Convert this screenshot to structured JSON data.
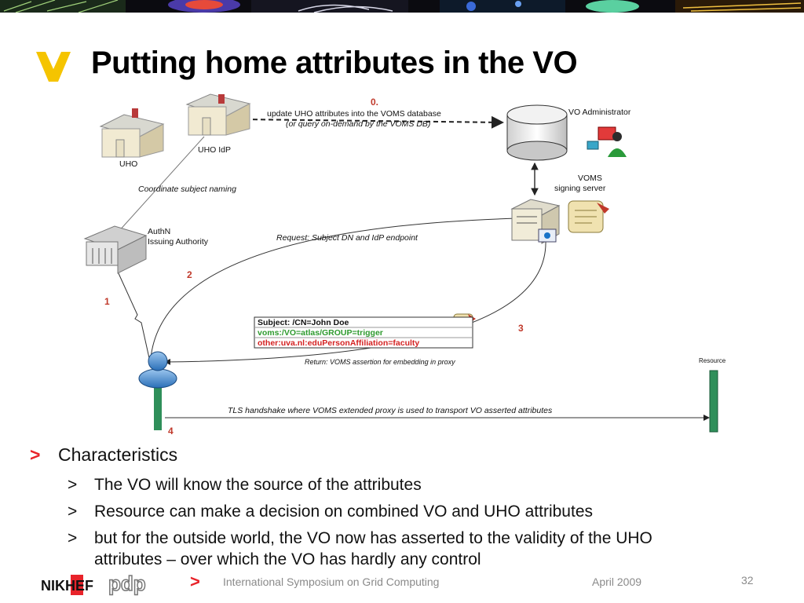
{
  "slide": {
    "title": "Putting home attributes in the VO",
    "title_mark": "V"
  },
  "diagram": {
    "step0": "0.",
    "update_line1": "update UHO attributes into the VOMS database",
    "update_line2": "(or query on-demand by the VOMS DB)",
    "vo_admin": "VO Administrator",
    "uho": "UHO",
    "uho_idp": "UHO IdP",
    "coordinate": "Coordinate subject naming",
    "voms_line1": "VOMS",
    "voms_line2": "signing server",
    "authn_line1": "AuthN",
    "authn_line2": "Issuing Authority",
    "request": "Request: Subject DN and IdP endpoint",
    "step2": "2",
    "step1": "1",
    "step3": "3",
    "step4": "4",
    "assertion": {
      "subject": "Subject: /CN=John Doe",
      "voms": "voms:/VO=atlas/GROUP=trigger",
      "other": "other:uva.nl:eduPersonAffiliation=faculty"
    },
    "return": "Return: VOMS assertion for embedding in proxy",
    "resource": "Resource",
    "tls": "TLS handshake where VOMS extended proxy is used to transport VO asserted attributes"
  },
  "bullets": {
    "main": "Characteristics",
    "subs": [
      "The VO will know the source of the attributes",
      "Resource can make a decision on combined VO and UHO attributes",
      "but for the outside world, the VO now has asserted to the validity of the UHO"
    ],
    "sub3_cont": "attributes – over which the VO has hardly any control",
    "marker_main": ">",
    "marker_sub": ">"
  },
  "footer": {
    "logo_nikhef": "NIKHEF",
    "logo_pdp": "pdp",
    "marker": ">",
    "event": "International Symposium on Grid Computing",
    "date": "April 2009",
    "page": "32"
  },
  "colors": {
    "accent_yellow": "#f5c400",
    "accent_red": "#e8232a",
    "voms_blue": "#1a73c8",
    "resource_green": "#2f8f5a"
  }
}
